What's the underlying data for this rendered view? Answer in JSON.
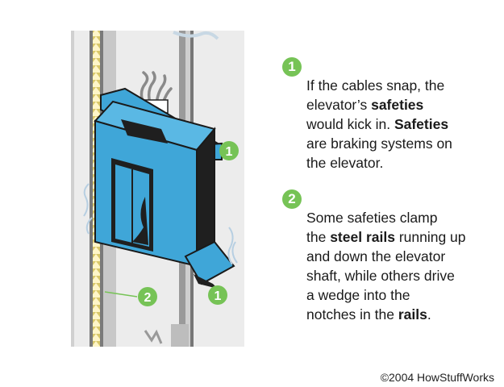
{
  "callouts": [
    {
      "number": "1",
      "segments": [
        {
          "text": "If the cables snap, the\nelevator’s ",
          "bold": false
        },
        {
          "text": "safeties",
          "bold": true
        },
        {
          "text": "\nwould kick in.  ",
          "bold": false
        },
        {
          "text": "Safeties",
          "bold": true
        },
        {
          "text": "\nare braking systems on\nthe elevator.",
          "bold": false
        }
      ]
    },
    {
      "number": "2",
      "segments": [
        {
          "text": "Some safeties clamp\nthe ",
          "bold": false
        },
        {
          "text": "steel rails",
          "bold": true
        },
        {
          "text": " running up\nand down the elevator\nshaft, while others drive\na wedge into the\nnotches in the ",
          "bold": false
        },
        {
          "text": "rails",
          "bold": true
        },
        {
          "text": ".",
          "bold": false
        }
      ]
    }
  ],
  "markers": [
    "1",
    "1",
    "2"
  ],
  "credit": "©2004 HowStuffWorks",
  "colors": {
    "marker_green": "#76c356",
    "car_blue": "#3fa6d8",
    "car_dark": "#1a1a1a",
    "rail_gray": "#9a9a9a",
    "rack_yellow": "#d6c463"
  }
}
